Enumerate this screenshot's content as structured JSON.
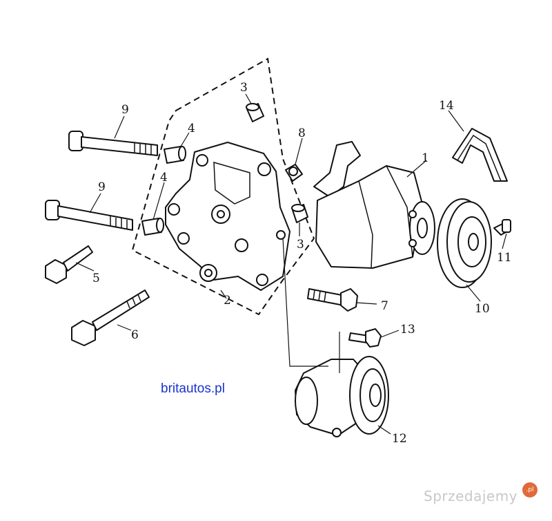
{
  "diagram": {
    "callouts": [
      {
        "id": "c1",
        "text": "1"
      },
      {
        "id": "c2",
        "text": "2"
      },
      {
        "id": "c3a",
        "text": "3"
      },
      {
        "id": "c3b",
        "text": "3"
      },
      {
        "id": "c4a",
        "text": "4"
      },
      {
        "id": "c4b",
        "text": "4"
      },
      {
        "id": "c5",
        "text": "5"
      },
      {
        "id": "c6",
        "text": "6"
      },
      {
        "id": "c7",
        "text": "7"
      },
      {
        "id": "c8",
        "text": "8"
      },
      {
        "id": "c9a",
        "text": "9"
      },
      {
        "id": "c9b",
        "text": "9"
      },
      {
        "id": "c10",
        "text": "10"
      },
      {
        "id": "c11",
        "text": "11"
      },
      {
        "id": "c12",
        "text": "12"
      },
      {
        "id": "c13",
        "text": "13"
      },
      {
        "id": "c14",
        "text": "14"
      }
    ]
  },
  "watermark": {
    "text": "britautos.pl",
    "color": "#1a33cc"
  },
  "logo": {
    "text": "Sprzedajemy",
    "badge": ".pl"
  }
}
